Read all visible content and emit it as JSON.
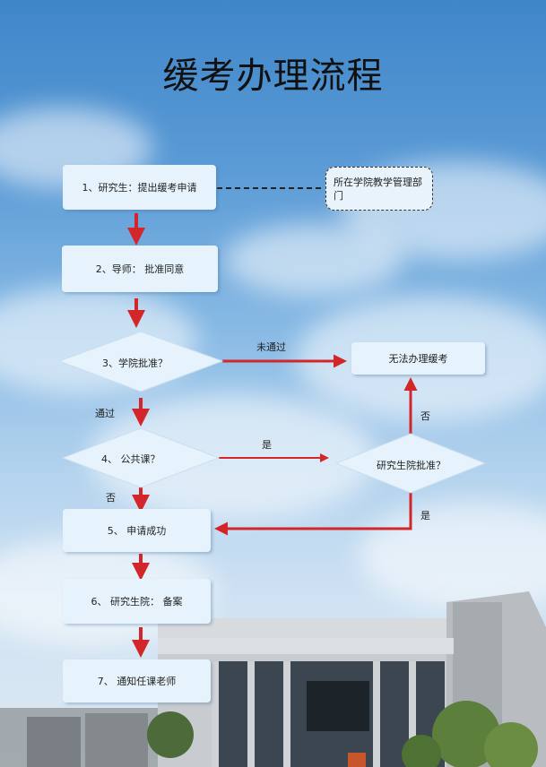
{
  "title": "缓考办理流程",
  "nodes": {
    "step1": "1、研究生：提出缓考申请",
    "step2": "2、导师：  批准同意",
    "step3": "3、学院批准？",
    "step4": "4、 公共课？",
    "step5": "5、  申请成功",
    "step6": "6、 研究生院：  备案",
    "step7": "7、  通知任课老师",
    "grad_school": "研究生院批准？",
    "cannot": "无法办理缓考",
    "dept_office": "所在学院教学管理部门"
  },
  "edge_labels": {
    "not_passed": "未通过",
    "passed": "通过",
    "yes_public": "是",
    "no_public": "否",
    "no_grad": "否",
    "yes_grad": "是"
  },
  "colors": {
    "arrow": "#d2262a",
    "node_fill": "#e6f3fc",
    "sky_top": "#3f86c9",
    "building": "#c8ccd0"
  }
}
